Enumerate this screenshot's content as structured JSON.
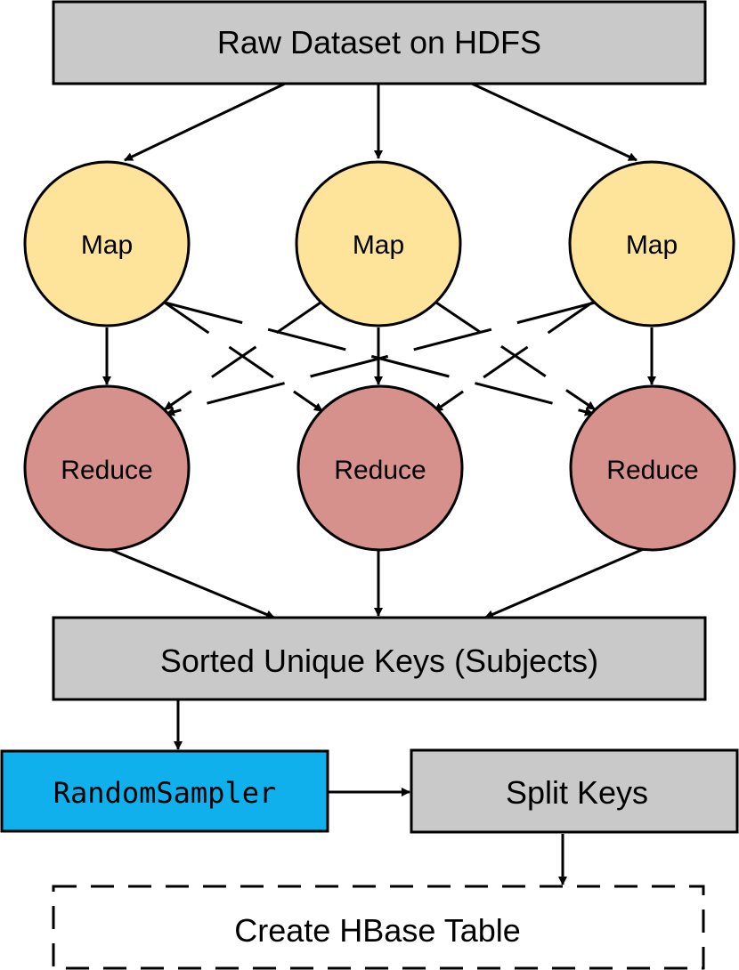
{
  "colors": {
    "gray_box": "#c9c9c9",
    "map_node": "#fde49a",
    "reduce_node": "#d6918c",
    "sampler_box": "#0fb0ec",
    "stroke": "#000000",
    "background": "#ffffff"
  },
  "diagram": {
    "source_box": "Raw Dataset on HDFS",
    "map_nodes": [
      "Map",
      "Map",
      "Map"
    ],
    "reduce_nodes": [
      "Reduce",
      "Reduce",
      "Reduce"
    ],
    "sorted_box": "Sorted Unique Keys (Subjects)",
    "sampler_box": "RandomSampler",
    "split_box": "Split Keys",
    "create_box": "Create HBase Table"
  }
}
